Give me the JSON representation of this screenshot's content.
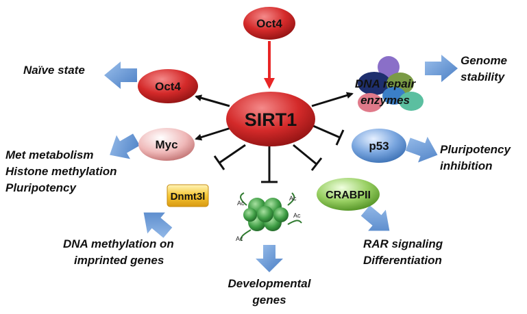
{
  "nodes": {
    "oct4_top": "Oct4",
    "oct4_left": "Oct4",
    "sirt1": "SIRT1",
    "myc": "Myc",
    "p53": "p53",
    "dnmt3l": "Dnmt3l",
    "crabpii": "CRABPII",
    "dna_repair_line1": "DNA repair",
    "dna_repair_line2": "enzymes",
    "acetyl_label": "Ac"
  },
  "outcomes": {
    "naive": "Naïve state",
    "genome_line1": "Genome",
    "genome_line2": "stability",
    "myc_line1": "Met metabolism",
    "myc_line2": "Histone methylation",
    "myc_line3": "Pluripotency",
    "p53_line1": "Pluripotency",
    "p53_line2": "inhibition",
    "dnmt_line1": "DNA methylation on",
    "dnmt_line2": "imprinted genes",
    "dev_line1": "Developmental",
    "dev_line2": "genes",
    "rar_line1": "RAR signaling",
    "rar_line2": "Differentiation"
  },
  "colors": {
    "red_node": "#d42a2a",
    "pink_node": "#e3a3a3",
    "blue_node": "#6f9fd8",
    "yellow_node": "#f2c233",
    "green_node": "#8ec95a",
    "block_arrow": "#6b9bd8",
    "activation_arrow": "#e82525"
  }
}
